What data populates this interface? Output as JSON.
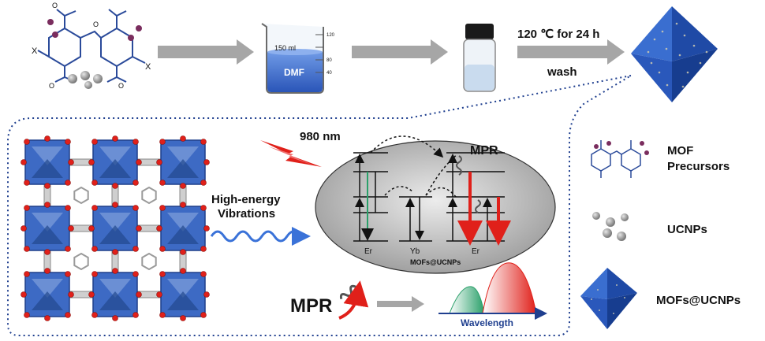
{
  "process": {
    "beaker_volume": "150 ml",
    "beaker_solvent": "DMF",
    "scale_ticks": [
      "120",
      "80",
      "40"
    ],
    "condition": "120 ℃ for 24 h",
    "wash": "wash"
  },
  "panel": {
    "laser": "980 nm",
    "vibration": [
      "High-energy",
      "Vibrations"
    ],
    "mpr_top": "MPR",
    "mpr_bottom": "MPR",
    "ion_left": "Er",
    "ion_mid": "Yb",
    "ion_right": "Er",
    "ellipse_caption": "MOFs@UCNPs",
    "axis_label": "Wavelength"
  },
  "legend": {
    "precursors": [
      "MOF",
      "Precursors"
    ],
    "ucnps": "UCNPs",
    "mofs_ucnps": "MOFs@UCNPs"
  },
  "colors": {
    "arrow_gray": "#a6a6a6",
    "mof_blue": "#2a55b8",
    "dotted_border": "#1f3f8f",
    "red_emission": "#e0201a",
    "green_emission": "#2aa06a",
    "vibration_blue": "#3a72d8"
  }
}
